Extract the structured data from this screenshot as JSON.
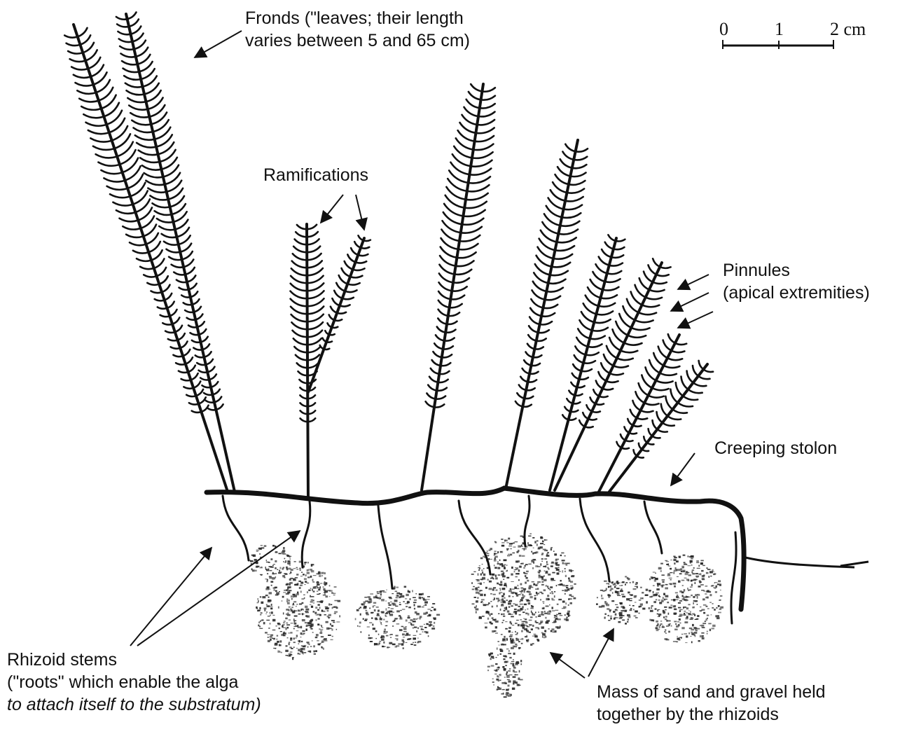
{
  "labels": {
    "fronds": [
      "Fronds (\"leaves; their length",
      "varies between 5 and 65 cm)"
    ],
    "ramifications": "Ramifications",
    "pinnules": [
      "Pinnules",
      "(apical extremities)"
    ],
    "creeping_stolon": "Creeping stolon",
    "rhizoid_stems": [
      "Rhizoid stems",
      "(\"roots\" which enable the alga",
      "to attach itself to the substratum)"
    ],
    "sand_mass": [
      "Mass of sand and gravel held",
      "together by the rhizoids"
    ]
  },
  "scale_bar": {
    "ticks": [
      "0",
      "1",
      "2 cm"
    ]
  },
  "colors": {
    "ink": "#111111",
    "background": "#ffffff"
  }
}
